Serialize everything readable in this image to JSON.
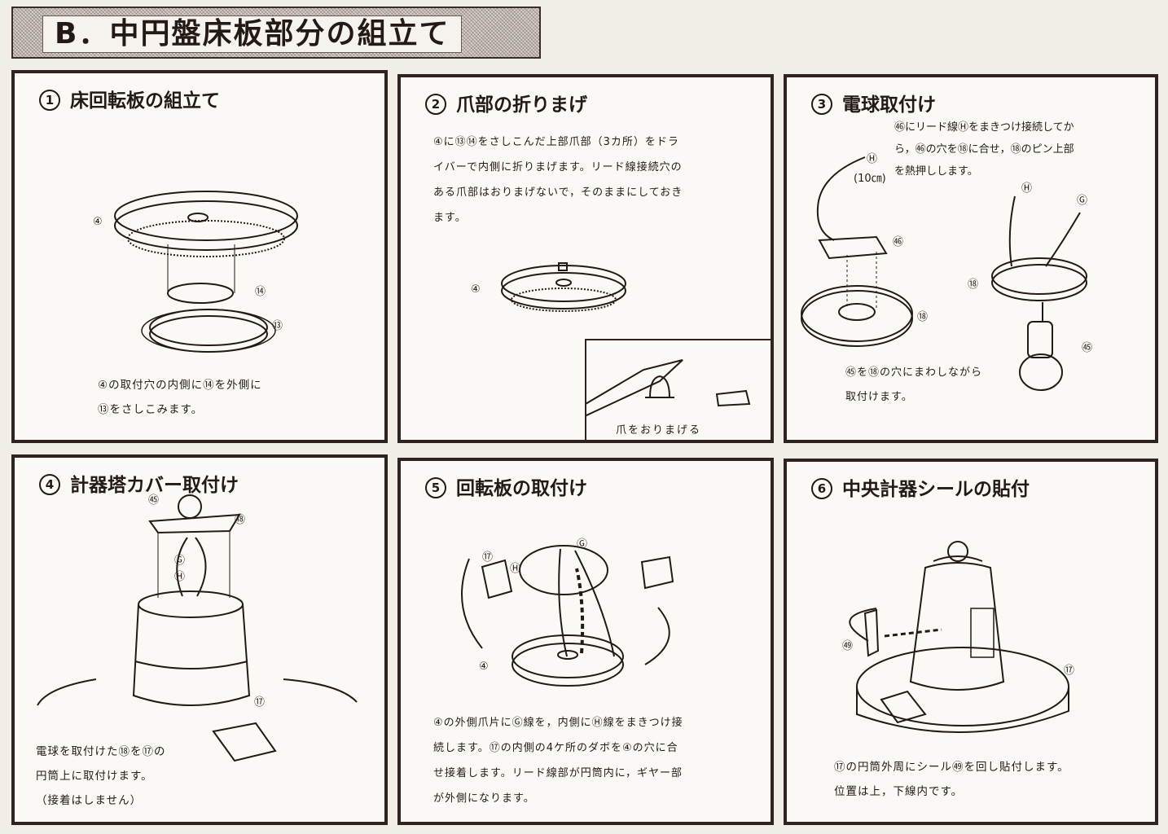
{
  "header": {
    "title": "B．中円盤床板部分の組立て"
  },
  "panels": [
    {
      "num": "1",
      "title": "床回転板の組立て",
      "labels": [
        "④",
        "⑭",
        "⑬"
      ],
      "note": [
        "④の取付穴の内側に⑭を外側に",
        "⑬をさしこみます。"
      ]
    },
    {
      "num": "2",
      "title": "爪部の折りまげ",
      "labels": [
        "④"
      ],
      "note": [
        "④に⑬⑭をさしこんだ上部爪部（3カ所）をドラ",
        "イバーで内側に折りまげます。リード線接続穴の",
        "ある爪部はおりまげないで，そのままにしておき",
        "ます。"
      ],
      "inset_caption": "爪をおりまげる"
    },
    {
      "num": "3",
      "title": "電球取付け",
      "labels": [
        "Ⓗ",
        "(10㎝)",
        "㊻",
        "⑱",
        "Ⓗ",
        "Ⓖ",
        "⑱",
        "㊺"
      ],
      "note_top": [
        "㊻にリード線Ⓗをまきつけ接続してか",
        "ら，㊻の穴を⑱に合せ，⑱のピン上部",
        "を熱押しします。"
      ],
      "note_bottom": [
        "㊺を⑱の穴にまわしながら",
        "取付けます。"
      ]
    },
    {
      "num": "4",
      "title": "計器塔カバー取付け",
      "labels": [
        "㊺",
        "⑱",
        "Ⓖ",
        "Ⓗ",
        "⑰"
      ],
      "note": [
        "電球を取付けた⑱を⑰の",
        "円筒上に取付けます。",
        "（接着はしません）"
      ]
    },
    {
      "num": "5",
      "title": "回転板の取付け",
      "labels": [
        "⑰",
        "Ⓖ",
        "Ⓗ",
        "④"
      ],
      "note": [
        "④の外側爪片にⒼ線を，内側にⒽ線をまきつけ接",
        "続します。⑰の内側の4ケ所のダボを④の穴に合",
        "せ接着します。リード線部が円筒内に，ギヤー部",
        "が外側になります。"
      ]
    },
    {
      "num": "6",
      "title": "中央計器シールの貼付",
      "labels": [
        "㊾",
        "⑰"
      ],
      "note": [
        "⑰の円筒外周にシール㊾を回し貼付します。",
        "位置は上，下線内です。"
      ]
    }
  ]
}
